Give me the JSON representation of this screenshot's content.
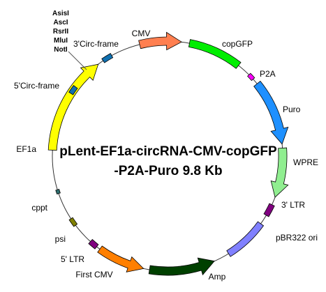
{
  "plasmid": {
    "title_line1": "pLent-EF1a-circRNA-CMV-copGFP",
    "title_line2": "-P2A-Puro 9.8 Kb"
  },
  "sites": [
    "AsisI",
    "AscI",
    "RsrII",
    "MluI",
    "NotI"
  ],
  "features": {
    "cmv": {
      "label": "CMV",
      "color": "#FF7F50"
    },
    "copgfp": {
      "label": "copGFP",
      "color": "#00EE00"
    },
    "p2a": {
      "label": "P2A",
      "color": "#FF00FF"
    },
    "puro": {
      "label": "Puro",
      "color": "#1E90FF"
    },
    "wpre": {
      "label": "WPRE",
      "color": "#90EE90"
    },
    "ltr3": {
      "label": "3' LTR",
      "color": "#800080"
    },
    "pbr322": {
      "label": "pBR322 ori",
      "color": "#8080FF"
    },
    "amp": {
      "label": "Amp",
      "color": "#004000"
    },
    "first_cmv": {
      "label": "First CMV",
      "color": "#FF7F00"
    },
    "ltr5": {
      "label": "5' LTR",
      "color": "#800080"
    },
    "psi": {
      "label": "psi",
      "color": "#808000"
    },
    "cppt": {
      "label": "cppt",
      "color": "#2F6F6F"
    },
    "ef1a": {
      "label": "EF1a",
      "color": "#FFFF00"
    },
    "circ5": {
      "label": "5'Circ-frame",
      "color": "#1070B0"
    },
    "circ3": {
      "label": "3'Circ-frame",
      "color": "#1070B0"
    }
  }
}
